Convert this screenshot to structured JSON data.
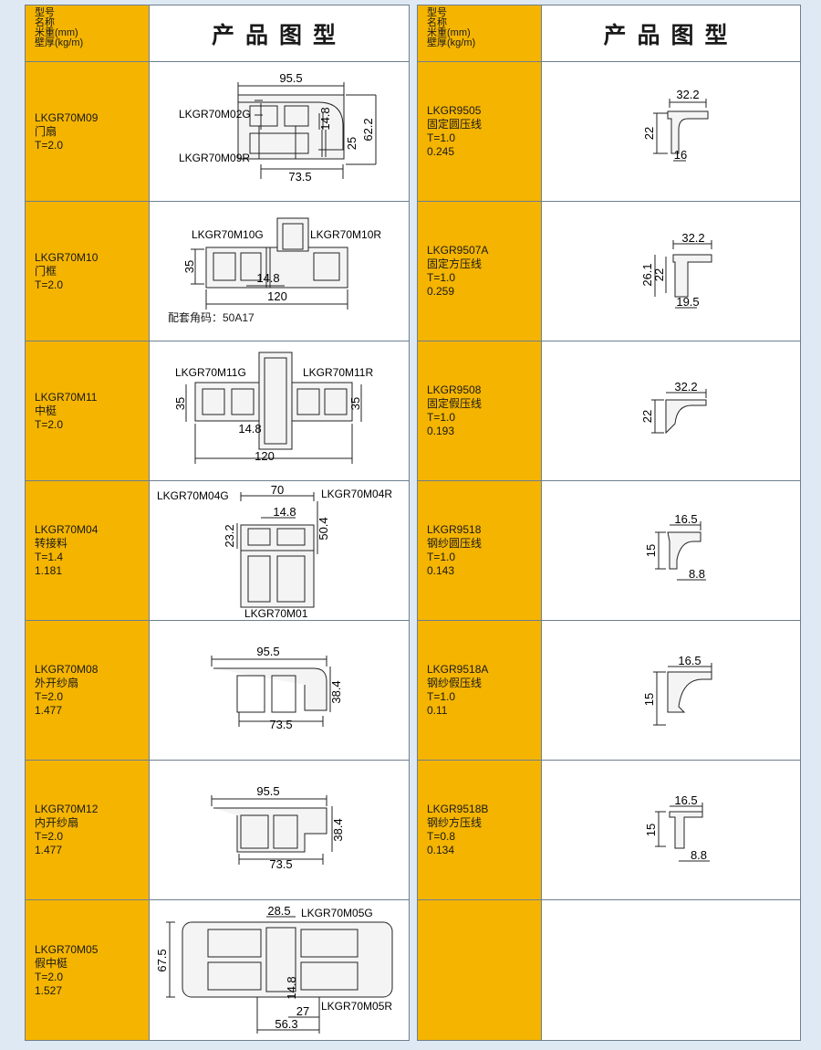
{
  "header": {
    "labels": [
      "型号",
      "名称",
      "米重(mm)",
      "壁厚(kg/m)"
    ],
    "title": "产品图型"
  },
  "left": [
    {
      "code": "LKGR70M09",
      "name": "门扇",
      "t": "T=2.0",
      "w": "",
      "dims": [
        "95.5",
        "14.8",
        "25",
        "62.2",
        "73.5"
      ],
      "parts": [
        "LKGR70M02G",
        "LKGR70M09R"
      ]
    },
    {
      "code": "LKGR70M10",
      "name": "门框",
      "t": "T=2.0",
      "w": "",
      "dims": [
        "35",
        "14.8",
        "120"
      ],
      "parts": [
        "LKGR70M10G",
        "LKGR70M10R"
      ],
      "note": "配套角码：50A17"
    },
    {
      "code": "LKGR70M11",
      "name": "中梃",
      "t": "T=2.0",
      "w": "",
      "dims": [
        "35",
        "35",
        "14.8",
        "120"
      ],
      "parts": [
        "LKGR70M11G",
        "LKGR70M11R"
      ]
    },
    {
      "code": "LKGR70M04",
      "name": "转接料",
      "t": "T=1.4",
      "w": "1.181",
      "dims": [
        "70",
        "14.8",
        "23.2",
        "50.4"
      ],
      "parts": [
        "LKGR70M04G",
        "LKGR70M04R",
        "LKGR70M01"
      ]
    },
    {
      "code": "LKGR70M08",
      "name": "外开纱扇",
      "t": "T=2.0",
      "w": "1.477",
      "dims": [
        "95.5",
        "38.4",
        "73.5"
      ]
    },
    {
      "code": "LKGR70M12",
      "name": "内开纱扇",
      "t": "T=2.0",
      "w": "1.477",
      "dims": [
        "95.5",
        "38.4",
        "73.5"
      ]
    },
    {
      "code": "LKGR70M05",
      "name": "假中梃",
      "t": "T=2.0",
      "w": "1.527",
      "dims": [
        "28.5",
        "67.5",
        "14.8",
        "27",
        "56.3"
      ],
      "parts": [
        "LKGR70M05G",
        "LKGR70M05R"
      ]
    }
  ],
  "right": [
    {
      "code": "LKGR9505",
      "name": "固定圆压线",
      "t": "T=1.0",
      "w": "0.245",
      "dims": [
        "32.2",
        "22",
        "16"
      ]
    },
    {
      "code": "LKGR9507A",
      "name": "固定方压线",
      "t": "T=1.0",
      "w": "0.259",
      "dims": [
        "32.2",
        "26.1",
        "22",
        "19.5"
      ]
    },
    {
      "code": "LKGR9508",
      "name": "固定假压线",
      "t": "T=1.0",
      "w": "0.193",
      "dims": [
        "32.2",
        "22"
      ]
    },
    {
      "code": "LKGR9518",
      "name": "钢纱圆压线",
      "t": "T=1.0",
      "w": "0.143",
      "dims": [
        "16.5",
        "15",
        "8.8"
      ]
    },
    {
      "code": "LKGR9518A",
      "name": "钢纱假压线",
      "t": "T=1.0",
      "w": "0.11",
      "dims": [
        "16.5",
        "15"
      ]
    },
    {
      "code": "LKGR9518B",
      "name": "钢纱方压线",
      "t": "T=0.8",
      "w": "0.134",
      "dims": [
        "16.5",
        "15",
        "8.8"
      ]
    },
    {
      "code": "",
      "name": "",
      "t": "",
      "w": "",
      "dims": []
    }
  ],
  "colors": {
    "label_bg": "#f4b400",
    "page_bg": "#dfe9f3",
    "line": "#6f7f8f"
  }
}
